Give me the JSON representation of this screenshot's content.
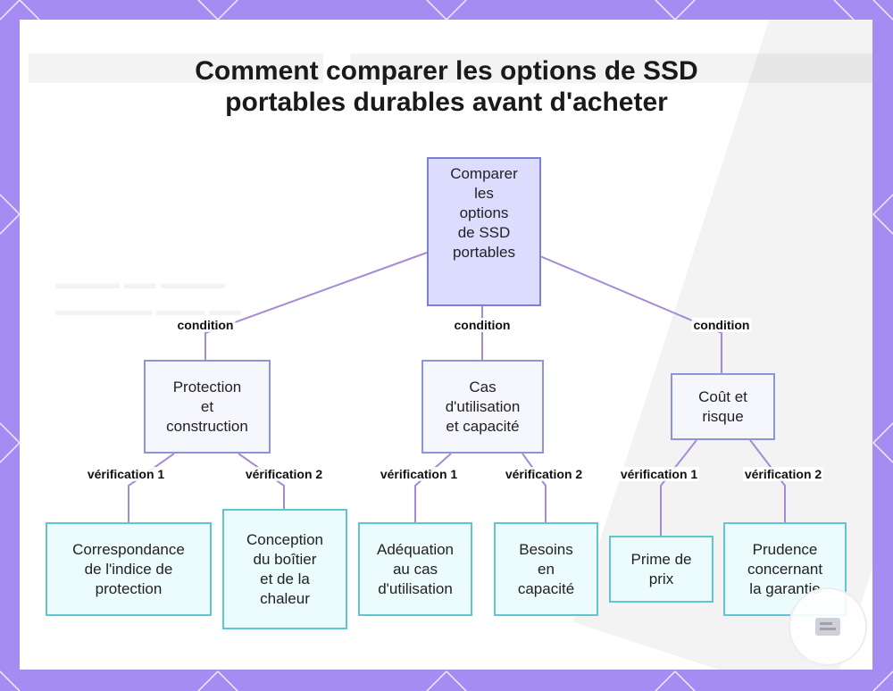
{
  "title_lines": [
    "Comment comparer les options de SSD",
    "portables durables avant d'acheter"
  ],
  "nodes": {
    "root": [
      "Comparer",
      "les",
      "options",
      "de SSD",
      "portables"
    ],
    "protection": [
      "Protection",
      "et",
      "construction"
    ],
    "usage": [
      "Cas",
      "d'utilisation",
      "et capacité"
    ],
    "cost": [
      "Coût et",
      "risque"
    ],
    "rating": [
      "Correspondance",
      "de l'indice de",
      "protection"
    ],
    "design": [
      "Conception",
      "du boîtier",
      "et de la",
      "chaleur"
    ],
    "fit": [
      "Adéquation",
      "au cas",
      "d'utilisation"
    ],
    "capacity": [
      "Besoins",
      "en",
      "capacité"
    ],
    "price": [
      "Prime de",
      "prix"
    ],
    "warranty": [
      "Prudence",
      "concernant",
      "la garantie"
    ]
  },
  "edge_labels": {
    "condition": "condition",
    "check1": "vérification 1",
    "check2": "vérification 2"
  },
  "colors": {
    "frame": "#a48cf3",
    "root_fill": "#dcdcff",
    "mid_fill": "#f6f6fd",
    "leaf_fill": "#ecfbfb",
    "connector": "#a58ad8"
  },
  "badge_icon": "ssd-drive-icon"
}
